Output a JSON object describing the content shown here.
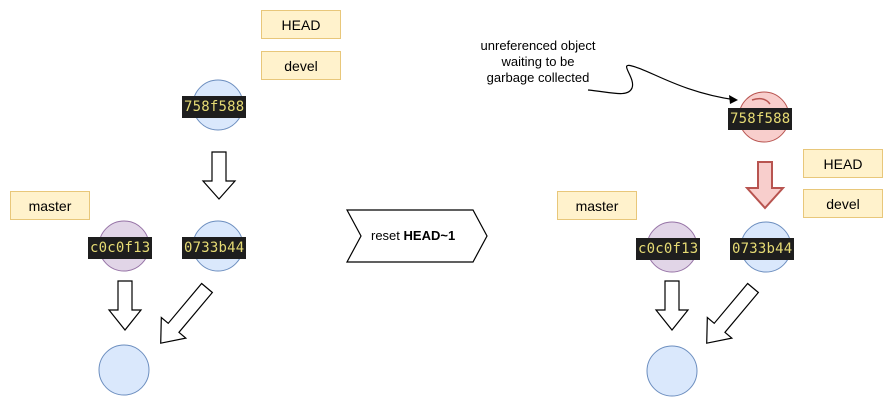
{
  "left": {
    "refs": {
      "head": "HEAD",
      "devel": "devel",
      "master": "master"
    },
    "commits": {
      "top": "758f588",
      "left": "c0c0f13",
      "right": "0733b44"
    }
  },
  "middle": {
    "command_prefix": "reset ",
    "command_bold": "HEAD~1"
  },
  "right": {
    "refs": {
      "head": "HEAD",
      "devel": "devel",
      "master": "master"
    },
    "commits": {
      "top": "758f588",
      "left": "c0c0f13",
      "right": "0733b44"
    },
    "note": "unreferenced object waiting to be garbage collected"
  },
  "colors": {
    "blue_fill": "#dae8fc",
    "blue_stroke": "#6c8ebf",
    "purple_fill": "#e1d5e7",
    "purple_stroke": "#9673a6",
    "red_fill": "#f8cecc",
    "red_stroke": "#b85450",
    "label_fill": "#fff2cc"
  }
}
